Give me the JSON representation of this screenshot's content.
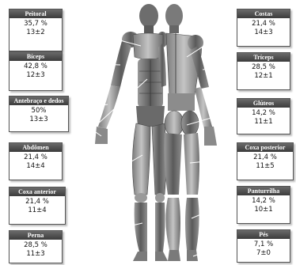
{
  "labels": {
    "peitoral": {
      "title": "Peitoral",
      "percent": "35,7 %",
      "mean_sd": "13±2"
    },
    "biceps": {
      "title": "Bíceps",
      "percent": "42,8 %",
      "mean_sd": "12±3"
    },
    "antebraco": {
      "title": "Antebraço e dedos",
      "percent": "50%",
      "mean_sd": "13±3"
    },
    "abdomen": {
      "title": "Abdômen",
      "percent": "21,4 %",
      "mean_sd": "14±4"
    },
    "coxa_anterior": {
      "title": "Coxa anterior",
      "percent": "21,4 %",
      "mean_sd": "11±4"
    },
    "perna": {
      "title": "Perna",
      "percent": "28,5 %",
      "mean_sd": "11±3"
    },
    "costas": {
      "title": "Costas",
      "percent": "21,4 %",
      "mean_sd": "14±3"
    },
    "triceps": {
      "title": "Tríceps",
      "percent": "28,5 %",
      "mean_sd": "12±1"
    },
    "gluteos": {
      "title": "Glúteos",
      "percent": "14,2 %",
      "mean_sd": "11±1"
    },
    "coxa_posterior": {
      "title": "Coxa posterior",
      "percent": "21,4 %",
      "mean_sd": "11±5"
    },
    "panturrilha": {
      "title": "Panturrilha",
      "percent": "14,2 %",
      "mean_sd": "10±1"
    },
    "pes": {
      "title": "Pés",
      "percent": "7,1 %",
      "mean_sd": "7±0"
    }
  },
  "colors": {
    "box_header": "#4a4a4a",
    "muscle_dark": "#5e5e5e",
    "muscle_light": "#b5b5b5",
    "leader_line": "#ffffff"
  }
}
